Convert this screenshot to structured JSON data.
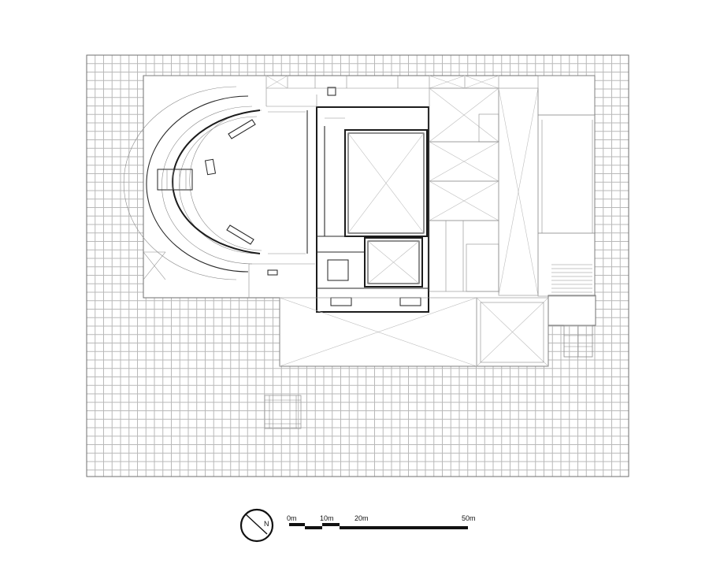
{
  "plan": {
    "north_label": "N",
    "scale_labels": [
      "0m",
      "10m",
      "20m",
      "50m"
    ]
  }
}
